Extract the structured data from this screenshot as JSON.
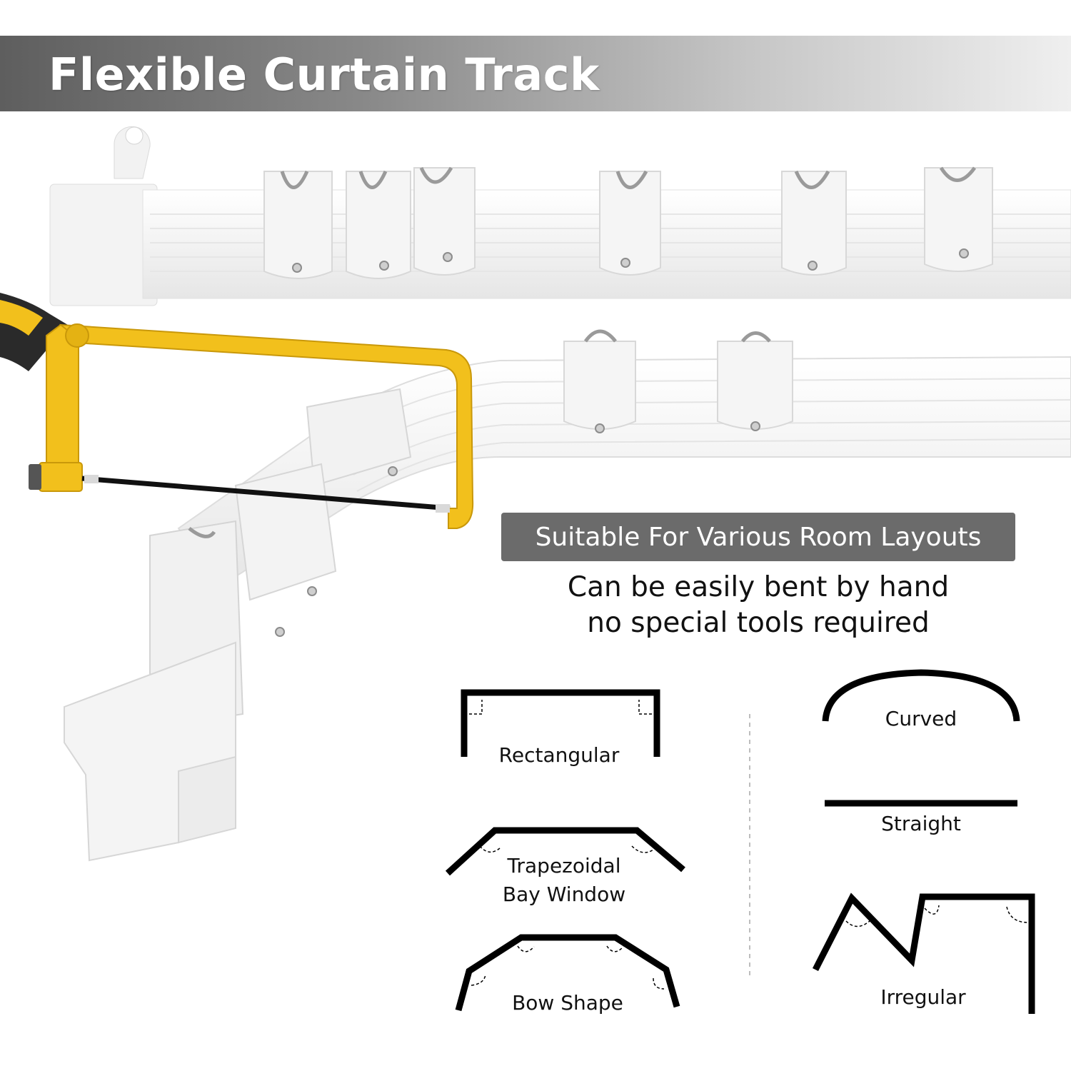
{
  "title": "Flexible Curtain Track",
  "subtitle": "Suitable For Various Room Layouts",
  "description": {
    "line1": "Can be easily bent by hand",
    "line2": "no special tools required"
  },
  "layouts": {
    "rectangular": "Rectangular",
    "trapezoidal_line1": "Trapezoidal",
    "trapezoidal_line2": "Bay Window",
    "bow": "Bow Shape",
    "curved": "Curved",
    "straight": "Straight",
    "irregular": "Irregular"
  },
  "colors": {
    "saw_frame": "#f2c01c",
    "saw_handle": "#2a2a2a",
    "track": "#f4f4f4",
    "badge": "#6b6b6b"
  }
}
